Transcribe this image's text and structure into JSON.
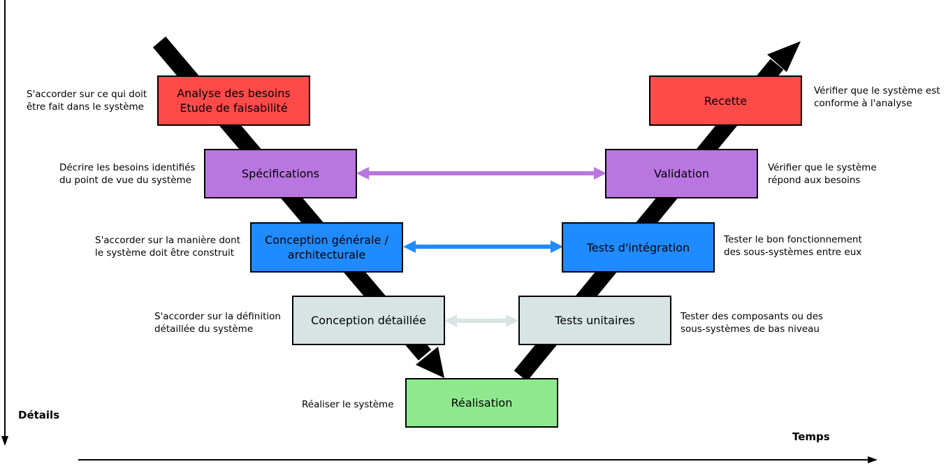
{
  "axes": {
    "y_label": "Détails",
    "x_label": "Temps"
  },
  "boxes": {
    "analyse": "Analyse des besoins\nEtude de faisabilité",
    "specifications": "Spécifications",
    "conception_generale": "Conception générale /\narchitecturale",
    "conception_detaillee": "Conception détaillée",
    "realisation": "Réalisation",
    "tests_unitaires": "Tests unitaires",
    "tests_integration": "Tests d'intégration",
    "validation": "Validation",
    "recette": "Recette"
  },
  "notes": {
    "analyse": "S'accorder sur ce qui doit\nêtre fait dans le système",
    "specifications": "Décrire les besoins identifiés\ndu point de vue du système",
    "conception_generale": "S'accorder sur la manière dont\nle système doit être construit",
    "conception_detaillee": "S'accorder sur la définition\ndétaillée du système",
    "realisation": "Réaliser le système",
    "tests_unitaires": "Tester des composants ou des\nsous-systèmes de bas niveau",
    "tests_integration": "Tester le bon fonctionnement\ndes sous-systèmes entre eux",
    "validation": "Vérifier que le système\nrépond aux besoins",
    "recette": "Vérifier que le système est\nconforme à l'analyse"
  },
  "colors": {
    "red": "#ff4a4a",
    "violet": "#b976e0",
    "blue": "#1f8bff",
    "grey": "#d8e4e4",
    "green": "#8ee88e"
  }
}
